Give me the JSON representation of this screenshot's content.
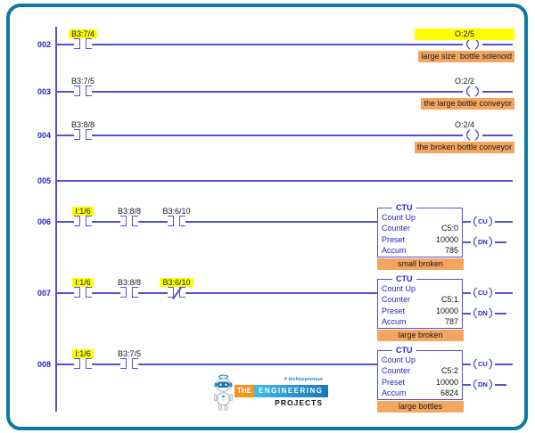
{
  "colors": {
    "wire": "#5252cf",
    "accent_blue": "#2525cc",
    "frame_teal": "#0e7aa0",
    "highlight_yellow": "#ffff00",
    "description_orange": "#f4a661",
    "logo_orange": "#f7941e",
    "logo_blue": "#1b75bb"
  },
  "rungs": [
    {
      "number": "002",
      "contacts": [
        {
          "label": "B3:7/4",
          "highlight": true,
          "type": "XIC"
        }
      ],
      "coil_label": "O:2/5",
      "coil_highlight": true,
      "description": "large size  bottle solenoid"
    },
    {
      "number": "003",
      "contacts": [
        {
          "label": "B3:7/5",
          "highlight": false,
          "type": "XIC"
        }
      ],
      "coil_label": "O:2/2",
      "coil_highlight": false,
      "description": "the large bottle conveyor"
    },
    {
      "number": "004",
      "contacts": [
        {
          "label": "B3:8/8",
          "highlight": false,
          "type": "XIC"
        }
      ],
      "coil_label": "O:2/4",
      "coil_highlight": false,
      "description": "the broken bottle conveyor"
    },
    {
      "number": "005",
      "contacts": []
    },
    {
      "number": "006",
      "contacts": [
        {
          "label": "I:1/6",
          "highlight": true,
          "type": "XIC"
        },
        {
          "label": "B3:8/8",
          "highlight": false,
          "type": "XIC"
        },
        {
          "label": "B3:6/10",
          "highlight": false,
          "type": "XIC"
        }
      ],
      "counter": {
        "title": "CTU",
        "line1": "Count Up",
        "counter_label": "Counter",
        "counter_value": "C5:0",
        "preset_label": "Preset",
        "preset_value": "10000",
        "accum_label": "Accum",
        "accum_value": "785",
        "description": "small broken",
        "cu": "CU",
        "dn": "DN"
      }
    },
    {
      "number": "007",
      "contacts": [
        {
          "label": "I:1/6",
          "highlight": true,
          "type": "XIC"
        },
        {
          "label": "B3:8/8",
          "highlight": false,
          "type": "XIC"
        },
        {
          "label": "B3:6/10",
          "highlight": true,
          "type": "XIO"
        }
      ],
      "counter": {
        "title": "CTU",
        "line1": "Count Up",
        "counter_label": "Counter",
        "counter_value": "C5:1",
        "preset_label": "Preset",
        "preset_value": "10000",
        "accum_label": "Accum",
        "accum_value": "787",
        "description": "large broken",
        "cu": "CU",
        "dn": "DN"
      }
    },
    {
      "number": "008",
      "contacts": [
        {
          "label": "I:1/6",
          "highlight": true,
          "type": "XIC"
        },
        {
          "label": "B3:7/5",
          "highlight": false,
          "type": "XIC"
        }
      ],
      "counter": {
        "title": "CTU",
        "line1": "Count Up",
        "counter_label": "Counter",
        "counter_value": "C5:2",
        "preset_label": "Preset",
        "preset_value": "10000",
        "accum_label": "Accum",
        "accum_value": "6824",
        "description": "large bottles",
        "cu": "CU",
        "dn": "DN"
      }
    }
  ],
  "logo": {
    "tagline": "# technopreneur",
    "word_the": "THE",
    "word_engineering": "ENGINEERING",
    "word_projects": "PROJECTS"
  }
}
